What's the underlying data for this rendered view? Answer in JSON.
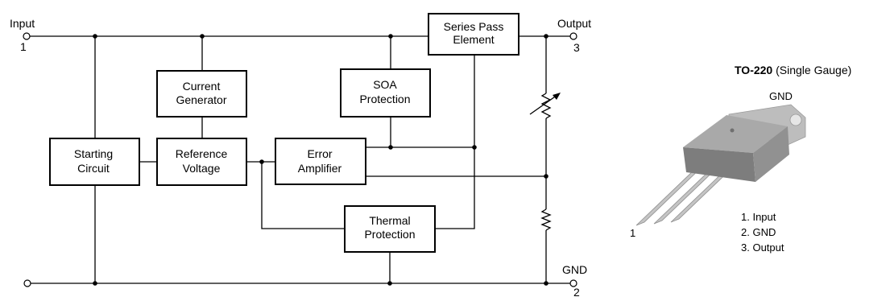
{
  "terminals": {
    "input_label": "Input",
    "input_number": "1",
    "output_label": "Output",
    "output_number": "3",
    "gnd_label": "GND",
    "gnd_number": "2"
  },
  "blocks": {
    "series_pass": [
      "Series Pass",
      "Element"
    ],
    "current_generator": [
      "Current",
      "Generator"
    ],
    "soa_protection": [
      "SOA",
      "Protection"
    ],
    "starting_circuit": [
      "Starting",
      "Circuit"
    ],
    "reference_voltage": [
      "Reference",
      "Voltage"
    ],
    "error_amplifier": [
      "Error",
      "Amplifier"
    ],
    "thermal_protection": [
      "Thermal",
      "Protection"
    ]
  },
  "package": {
    "title_bold": "TO-220",
    "title_rest": " (Single Gauge)",
    "tab_label": "GND",
    "pin1_label": "1",
    "pin_list": [
      "1. Input",
      "2. GND",
      "3. Output"
    ]
  },
  "colors": {
    "line": "#000000",
    "package_body": "#8c8c8c",
    "package_tab": "#bdbdbd",
    "pins": "#c4c4c4"
  }
}
